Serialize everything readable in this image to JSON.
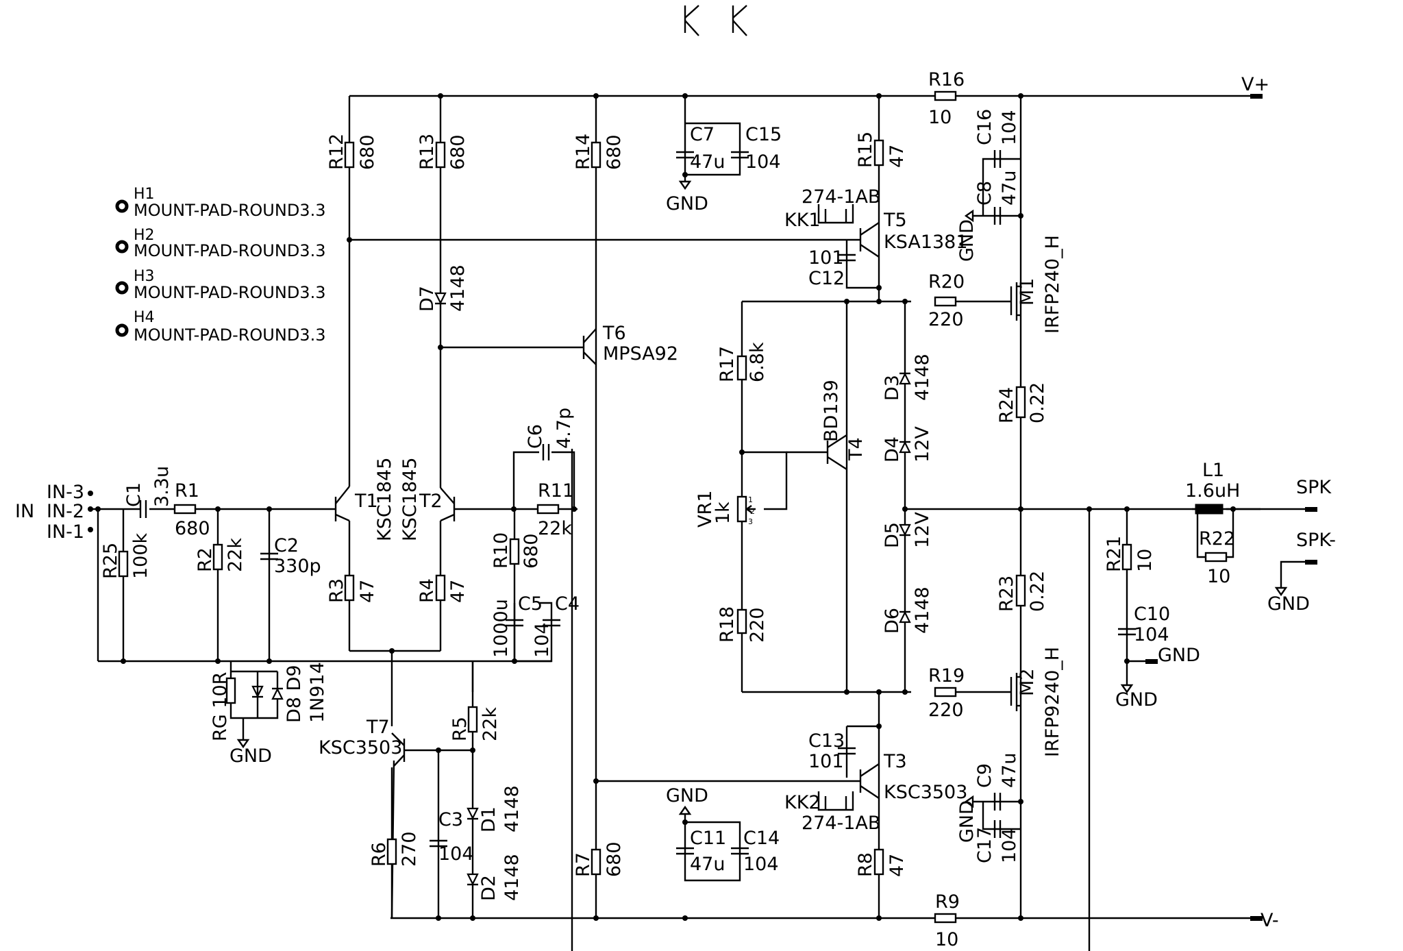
{
  "nets": {
    "vplus": "V+",
    "vminus": "V-",
    "spk": "SPK",
    "spk_minus": "SPK-",
    "gnd": "GND",
    "in": "IN",
    "in1": "IN-1",
    "in2": "IN-2",
    "in3": "IN-3"
  },
  "mounting": [
    {
      "ref": "H1",
      "val": "MOUNT-PAD-ROUND3.3"
    },
    {
      "ref": "H2",
      "val": "MOUNT-PAD-ROUND3.3"
    },
    {
      "ref": "H3",
      "val": "MOUNT-PAD-ROUND3.3"
    },
    {
      "ref": "H4",
      "val": "MOUNT-PAD-ROUND3.3"
    }
  ],
  "parts": {
    "R1": {
      "ref": "R1",
      "val": "680"
    },
    "R2": {
      "ref": "R2",
      "val": "22k"
    },
    "R3": {
      "ref": "R3",
      "val": "47"
    },
    "R4": {
      "ref": "R4",
      "val": "47"
    },
    "R5": {
      "ref": "R5",
      "val": "22k"
    },
    "R6": {
      "ref": "R6",
      "val": "270"
    },
    "R7": {
      "ref": "R7",
      "val": "680"
    },
    "R8": {
      "ref": "R8",
      "val": "47"
    },
    "R9": {
      "ref": "R9",
      "val": "10"
    },
    "R10": {
      "ref": "R10",
      "val": "680"
    },
    "R11": {
      "ref": "R11",
      "val": "22k"
    },
    "R12": {
      "ref": "R12",
      "val": "680"
    },
    "R13": {
      "ref": "R13",
      "val": "680"
    },
    "R14": {
      "ref": "R14",
      "val": "680"
    },
    "R15": {
      "ref": "R15",
      "val": "47"
    },
    "R16": {
      "ref": "R16",
      "val": "10"
    },
    "R17": {
      "ref": "R17",
      "val": "6.8k"
    },
    "R18": {
      "ref": "R18",
      "val": "220"
    },
    "R19": {
      "ref": "R19",
      "val": "220"
    },
    "R20": {
      "ref": "R20",
      "val": "220"
    },
    "R21": {
      "ref": "R21",
      "val": "10"
    },
    "R22": {
      "ref": "R22",
      "val": "10"
    },
    "R23": {
      "ref": "R23",
      "val": "0.22"
    },
    "R24": {
      "ref": "R24",
      "val": "0.22"
    },
    "R25": {
      "ref": "R25",
      "val": "100k"
    },
    "RG": {
      "ref": "RG",
      "val": "10R"
    },
    "C1": {
      "ref": "C1",
      "val": "3.3u"
    },
    "C2": {
      "ref": "C2",
      "val": "330p"
    },
    "C3": {
      "ref": "C3",
      "val": "104"
    },
    "C4": {
      "ref": "C4",
      "val": "104"
    },
    "C5": {
      "ref": "C5",
      "val": "1000u"
    },
    "C6": {
      "ref": "C6",
      "val": "4.7p"
    },
    "C7": {
      "ref": "C7",
      "val": "47u"
    },
    "C8": {
      "ref": "C8",
      "val": "47u"
    },
    "C9": {
      "ref": "C9",
      "val": "47u"
    },
    "C10": {
      "ref": "C10",
      "val": "104"
    },
    "C11": {
      "ref": "C11",
      "val": "47u"
    },
    "C12": {
      "ref": "C12",
      "val": "101"
    },
    "C13": {
      "ref": "C13",
      "val": "101"
    },
    "C14": {
      "ref": "C14",
      "val": "104"
    },
    "C15": {
      "ref": "C15",
      "val": "104"
    },
    "C16": {
      "ref": "C16",
      "val": "104"
    },
    "C17": {
      "ref": "C17",
      "val": "104"
    },
    "D1": {
      "ref": "D1",
      "val": "4148"
    },
    "D2": {
      "ref": "D2",
      "val": "4148"
    },
    "D3": {
      "ref": "D3",
      "val": "4148"
    },
    "D4": {
      "ref": "D4",
      "val": "12V"
    },
    "D5": {
      "ref": "D5",
      "val": "12V"
    },
    "D6": {
      "ref": "D6",
      "val": "4148"
    },
    "D7": {
      "ref": "D7",
      "val": "4148"
    },
    "D8": {
      "ref": "D8",
      "val": ""
    },
    "D9": {
      "ref": "D9",
      "val": "1N914"
    },
    "T1": {
      "ref": "T1",
      "val": "KSC1845"
    },
    "T2": {
      "ref": "T2",
      "val": "KSC1845"
    },
    "T3": {
      "ref": "T3",
      "val": "KSC3503"
    },
    "T4": {
      "ref": "T4",
      "val": "BD139"
    },
    "T5": {
      "ref": "T5",
      "val": "KSA1381"
    },
    "T6": {
      "ref": "T6",
      "val": "MPSA92"
    },
    "T7": {
      "ref": "T7",
      "val": "KSC3503"
    },
    "M1": {
      "ref": "M1",
      "val": "IRFP240_H"
    },
    "M2": {
      "ref": "M2",
      "val": "IRFP9240_H"
    },
    "L1": {
      "ref": "L1",
      "val": "1.6uH"
    },
    "VR1": {
      "ref": "VR1",
      "val": "1k"
    },
    "KK1": {
      "ref": "KK1",
      "val": "274-1AB"
    },
    "KK2": {
      "ref": "KK2",
      "val": "274-1AB"
    }
  },
  "pot_pins": [
    "1",
    "2",
    "3"
  ]
}
